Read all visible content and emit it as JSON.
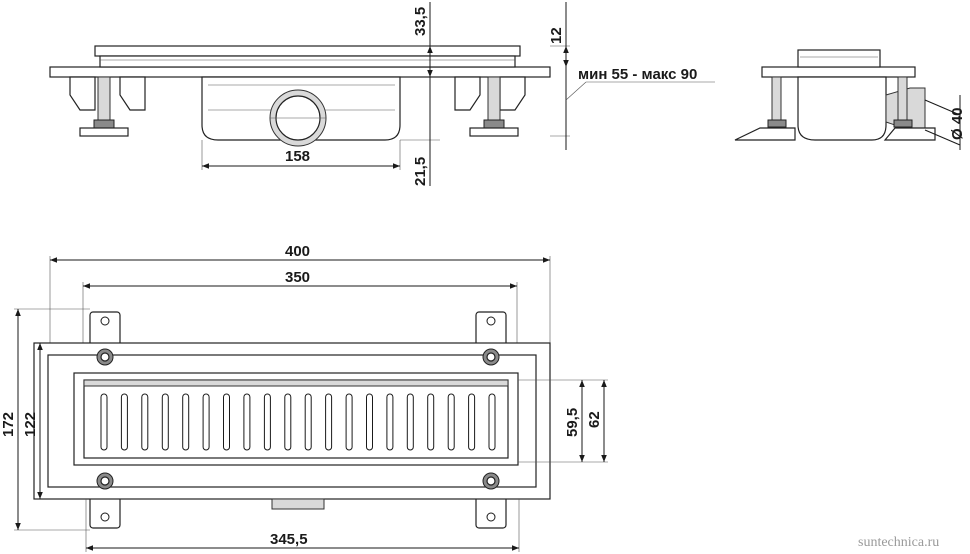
{
  "top_view": {
    "dim_width": "158",
    "dim_height_top": "33,5",
    "dim_height_bottom": "21,5",
    "dim_flange": "12",
    "dim_adjust": "мин 55 - макс 90"
  },
  "side_view": {
    "dim_outlet": "Ø 40"
  },
  "plan_view": {
    "dim_total_length": "400",
    "dim_grate_length": "350",
    "dim_channel_length": "345,5",
    "dim_total_width": "172",
    "dim_frame_width": "122",
    "dim_grate_width": "59,5",
    "dim_channel_width": "62",
    "slot_count": 20
  },
  "watermark": "suntechnica.ru"
}
